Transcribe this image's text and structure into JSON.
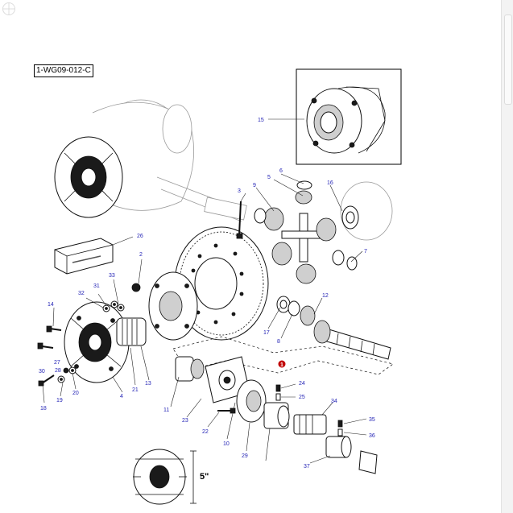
{
  "drawing": {
    "reference_code": "1-WG09-012-C",
    "dimension_label": "5\"",
    "callouts": [
      {
        "label": "15"
      },
      {
        "label": "6"
      },
      {
        "label": "5"
      },
      {
        "label": "9"
      },
      {
        "label": "16"
      },
      {
        "label": "3"
      },
      {
        "label": "26"
      },
      {
        "label": "7"
      },
      {
        "label": "2"
      },
      {
        "label": "33"
      },
      {
        "label": "31"
      },
      {
        "label": "32"
      },
      {
        "label": "14"
      },
      {
        "label": "12"
      },
      {
        "label": "17"
      },
      {
        "label": "8"
      },
      {
        "label": "1"
      },
      {
        "label": "30"
      },
      {
        "label": "27"
      },
      {
        "label": "28"
      },
      {
        "label": "13"
      },
      {
        "label": "21"
      },
      {
        "label": "4"
      },
      {
        "label": "19"
      },
      {
        "label": "20"
      },
      {
        "label": "18"
      },
      {
        "label": "11"
      },
      {
        "label": "23"
      },
      {
        "label": "22"
      },
      {
        "label": "10"
      },
      {
        "label": "24"
      },
      {
        "label": "25"
      },
      {
        "label": "34"
      },
      {
        "label": "35"
      },
      {
        "label": "36"
      },
      {
        "label": "29"
      },
      {
        "label": "37"
      }
    ]
  },
  "colors": {
    "callout_text": "#1f1fb4",
    "callout_badge": "#c00000",
    "line": "#111111"
  },
  "icons": {
    "corner": "circle-grid-icon"
  }
}
